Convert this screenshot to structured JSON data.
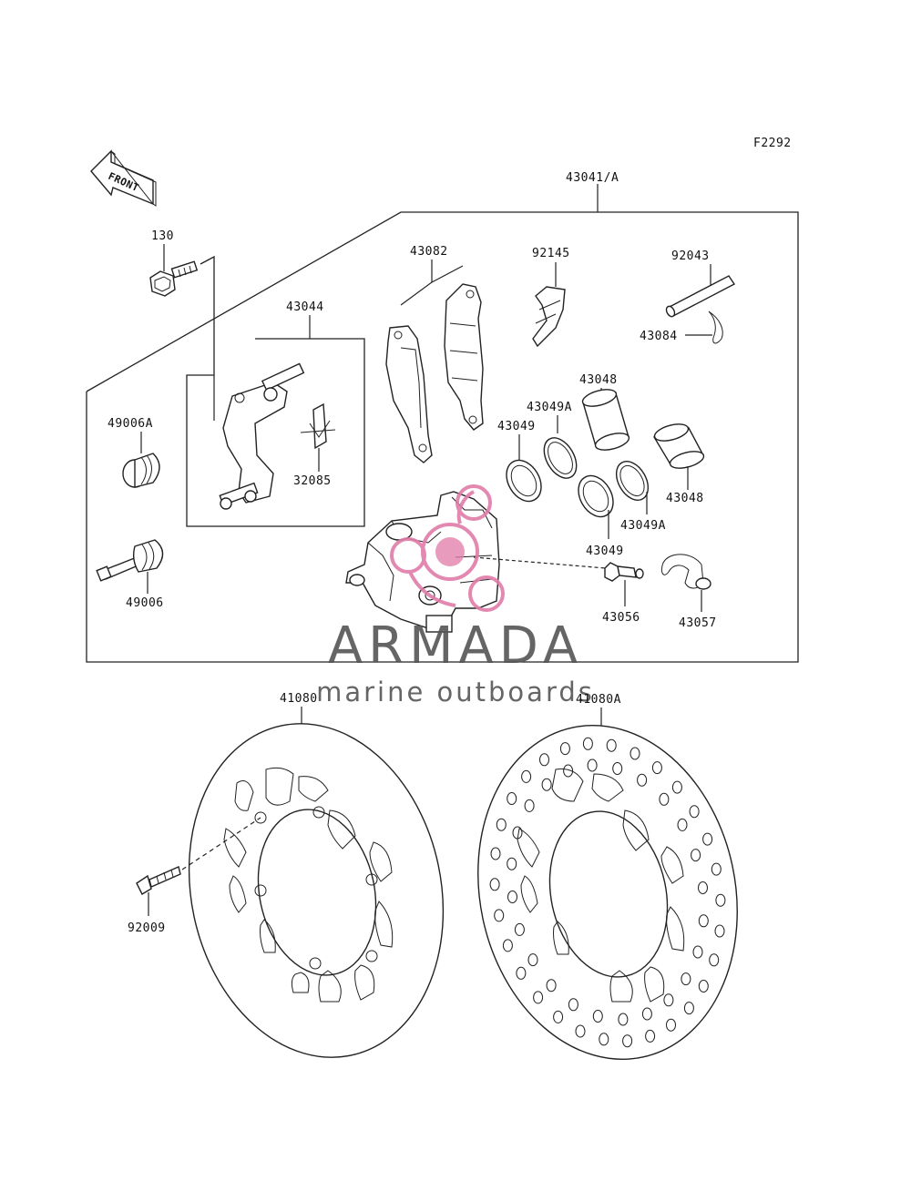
{
  "figure_code": "F2292",
  "front_arrow_text": "FRONT",
  "watermark": {
    "brand": "ARMADA",
    "tagline": "marine outboards",
    "accent_color": "#e07ca8"
  },
  "part_labels": {
    "p43041A": "43041/A",
    "p130": "130",
    "p43082": "43082",
    "p92145": "92145",
    "p92043": "92043",
    "p43084": "43084",
    "p43044": "43044",
    "p32085": "32085",
    "p49006A": "49006A",
    "p49006": "49006",
    "p43048a": "43048",
    "p43049Aa": "43049A",
    "p43049a": "43049",
    "p43048b": "43048",
    "p43049Ab": "43049A",
    "p43049b": "43049",
    "p43056": "43056",
    "p43057": "43057",
    "p41080": "41080",
    "p41080A": "41080A",
    "p92009": "92009"
  }
}
